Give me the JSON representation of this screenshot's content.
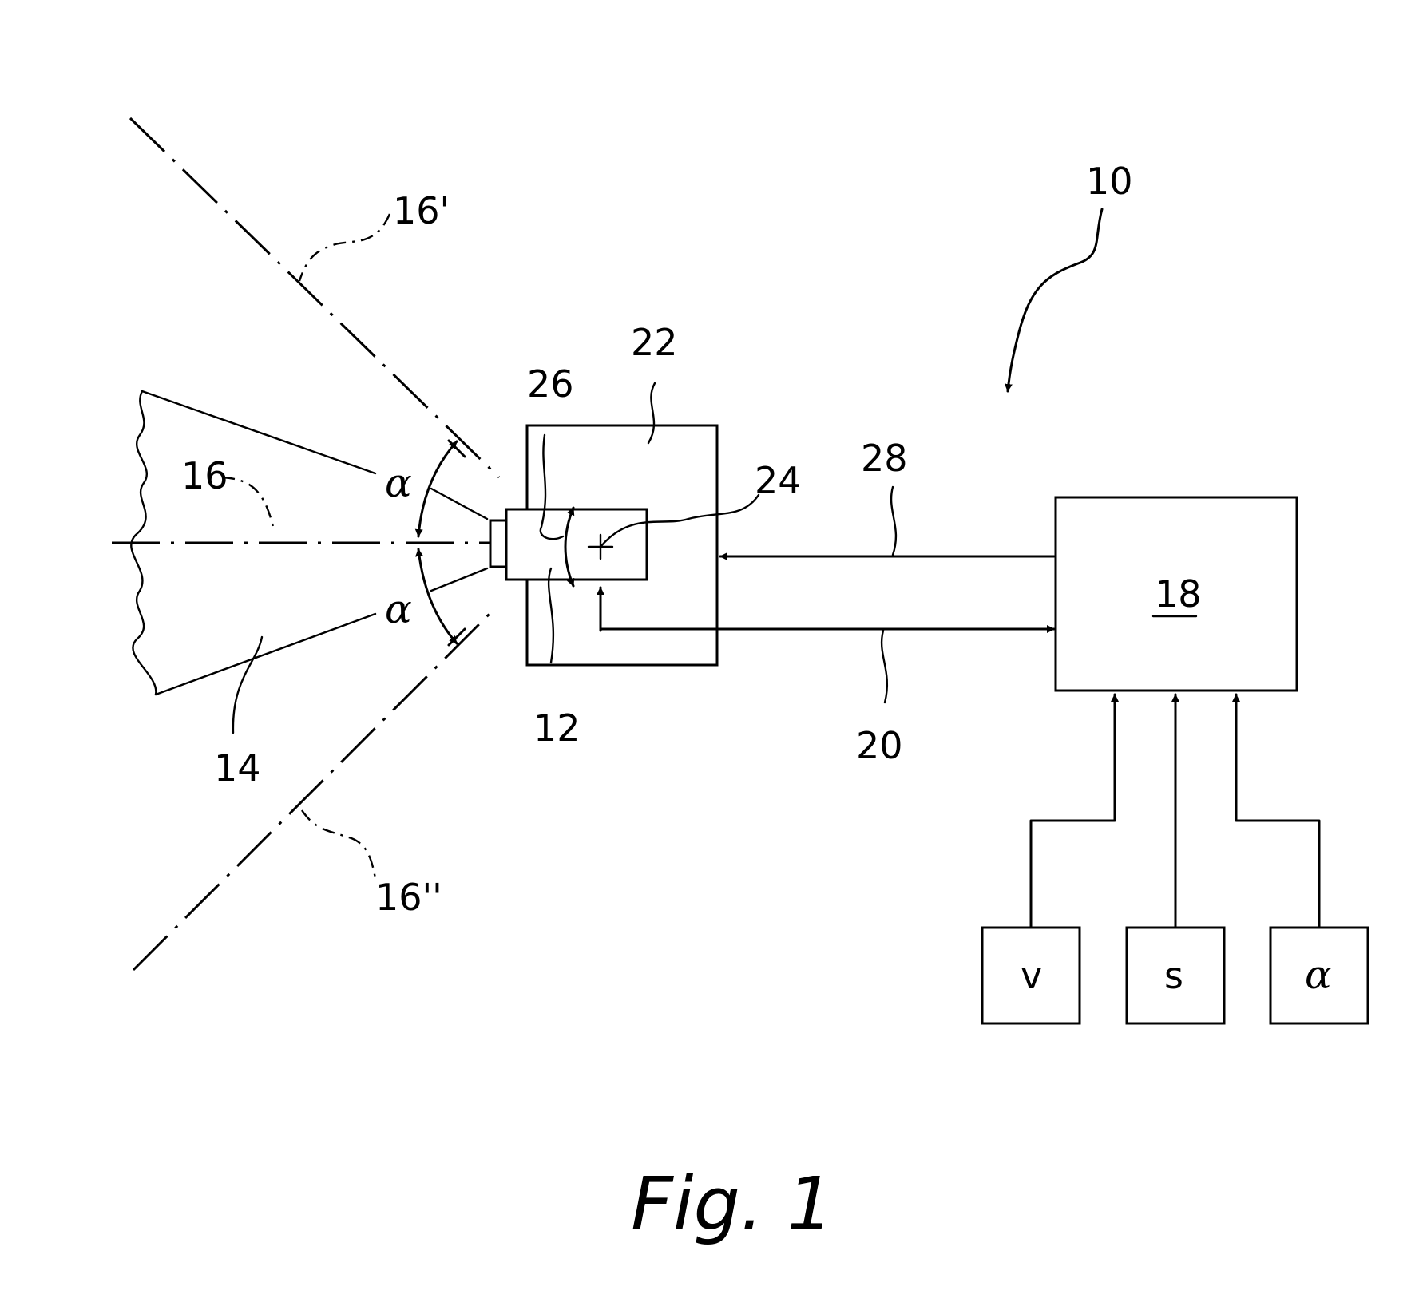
{
  "labels": {
    "system": "10",
    "sensor": "12",
    "object": "14",
    "axis": "16",
    "axis_upper": "16'",
    "axis_lower": "16''",
    "controller": "18",
    "line_out": "20",
    "housing": "22",
    "pivot": "24",
    "swivel": "26",
    "line_in": "28",
    "angle_upper": "α",
    "angle_lower": "α"
  },
  "inputs": {
    "speed": "v",
    "distance": "s",
    "angle": "α"
  },
  "caption": "Fig. 1"
}
